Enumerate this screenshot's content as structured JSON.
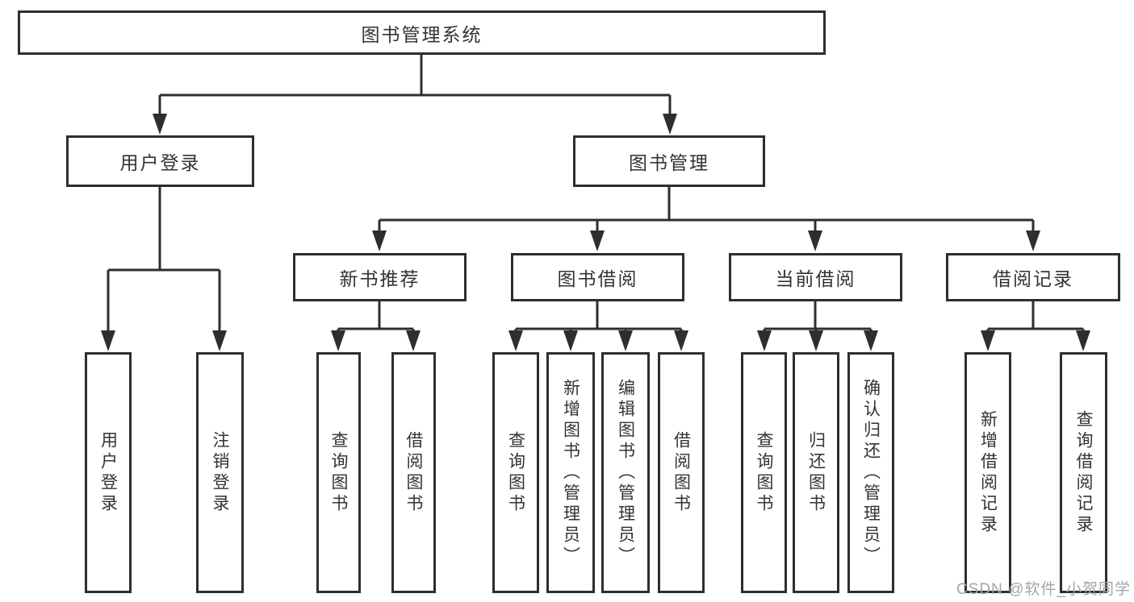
{
  "diagram": {
    "root": {
      "label": "图书管理系统"
    },
    "branches": [
      {
        "label": "用户登录",
        "children": [
          {
            "label": "用户登录"
          },
          {
            "label": "注销登录"
          }
        ]
      },
      {
        "label": "图书管理",
        "children": [
          {
            "label": "新书推荐",
            "children": [
              {
                "label": "查询图书"
              },
              {
                "label": "借阅图书"
              }
            ]
          },
          {
            "label": "图书借阅",
            "children": [
              {
                "label": "查询图书"
              },
              {
                "label": "新增图书（管理员）"
              },
              {
                "label": "编辑图书（管理员）"
              },
              {
                "label": "借阅图书"
              }
            ]
          },
          {
            "label": "当前借阅",
            "children": [
              {
                "label": "查询图书"
              },
              {
                "label": "归还图书"
              },
              {
                "label": "确认归还（管理员）"
              }
            ]
          },
          {
            "label": "借阅记录",
            "children": [
              {
                "label": "新增借阅记录"
              },
              {
                "label": "查询借阅记录"
              }
            ]
          }
        ]
      }
    ],
    "line_color": "#2e2e2e",
    "watermark": "CSDN @软件_小贺同学"
  }
}
